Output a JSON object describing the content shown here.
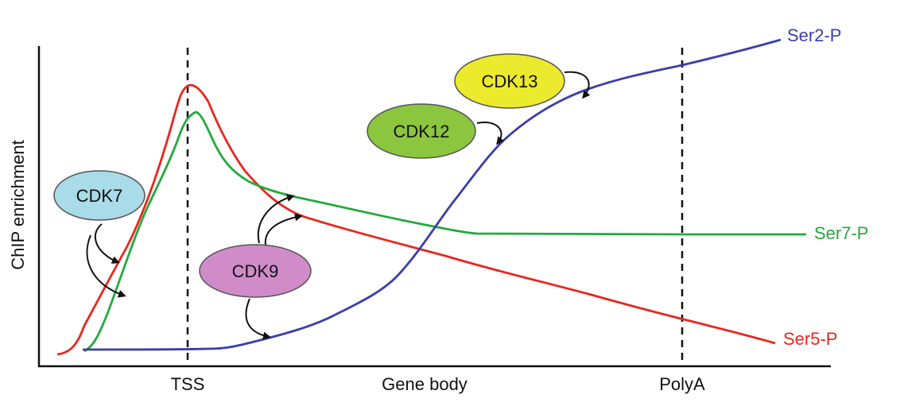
{
  "axis": {
    "ylabel": "ChIP enrichment",
    "x_ticks": [
      "TSS",
      "Gene body",
      "PolyA"
    ]
  },
  "series": [
    {
      "id": "ser2",
      "label": "Ser2-P",
      "color": "#3a3fa8"
    },
    {
      "id": "ser7",
      "label": "Ser7-P",
      "color": "#22aa3c"
    },
    {
      "id": "ser5",
      "label": "Ser5-P",
      "color": "#e8261e"
    }
  ],
  "enzymes": [
    {
      "id": "cdk7",
      "label": "CDK7",
      "fill": "#a9dbe8"
    },
    {
      "id": "cdk9",
      "label": "CDK9",
      "fill": "#d08cc8"
    },
    {
      "id": "cdk12",
      "label": "CDK12",
      "fill": "#8cc63e"
    },
    {
      "id": "cdk13",
      "label": "CDK13",
      "fill": "#ecea2c"
    }
  ]
}
